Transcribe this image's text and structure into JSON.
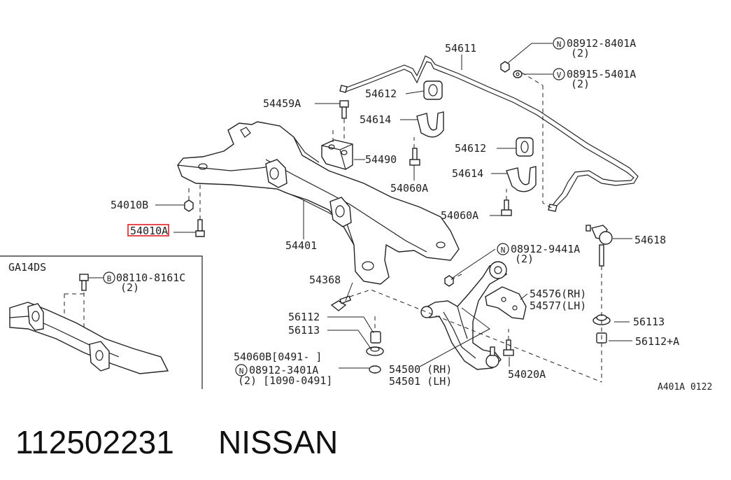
{
  "callouts": {
    "c54611": "54611",
    "cN_08912_8401A": "08912-8401A",
    "cN_08912_8401A_qty": "(2)",
    "cV_08915_5401A": "08915-5401A",
    "cV_08915_5401A_qty": "(2)",
    "c54612_top": "54612",
    "c54459A": "54459A",
    "c54614_top": "54614",
    "c54490": "54490",
    "c54060A_top": "54060A",
    "c54612_right": "54612",
    "c54614_right": "54614",
    "c54060A_right": "54060A",
    "c54010B": "54010B",
    "c54010A": "54010A",
    "c54401": "54401",
    "c54618": "54618",
    "cN_08912_9441A": "08912-9441A",
    "cN_08912_9441A_qty": "(2)",
    "c54368": "54368",
    "c54576_rh": "54576(RH)",
    "c54577_lh": "54577(LH)",
    "c56112": "56112",
    "c56113_left": "56113",
    "c56113_right": "56113",
    "c56112A": "56112+A",
    "c54060B": "54060B[0491-     ]",
    "cN_08912_3401A": "08912-3401A",
    "cN_08912_3401A_qty": "(2) [1090-0491]",
    "c54500_rh": "54500 (RH)",
    "c54501_lh": "54501 (LH)",
    "c54020A": "54020A"
  },
  "badges": {
    "N": "N",
    "V": "V",
    "B": "B"
  },
  "inset": {
    "title": "GA14DS",
    "bolt": "08110-8161C",
    "bolt_qty": "(2)"
  },
  "figure_code": "A401A 0122",
  "footer": {
    "part_number": "112502231",
    "brand": "NISSAN"
  },
  "colors": {
    "highlight": "#e01e1e",
    "ink": "#222222"
  }
}
